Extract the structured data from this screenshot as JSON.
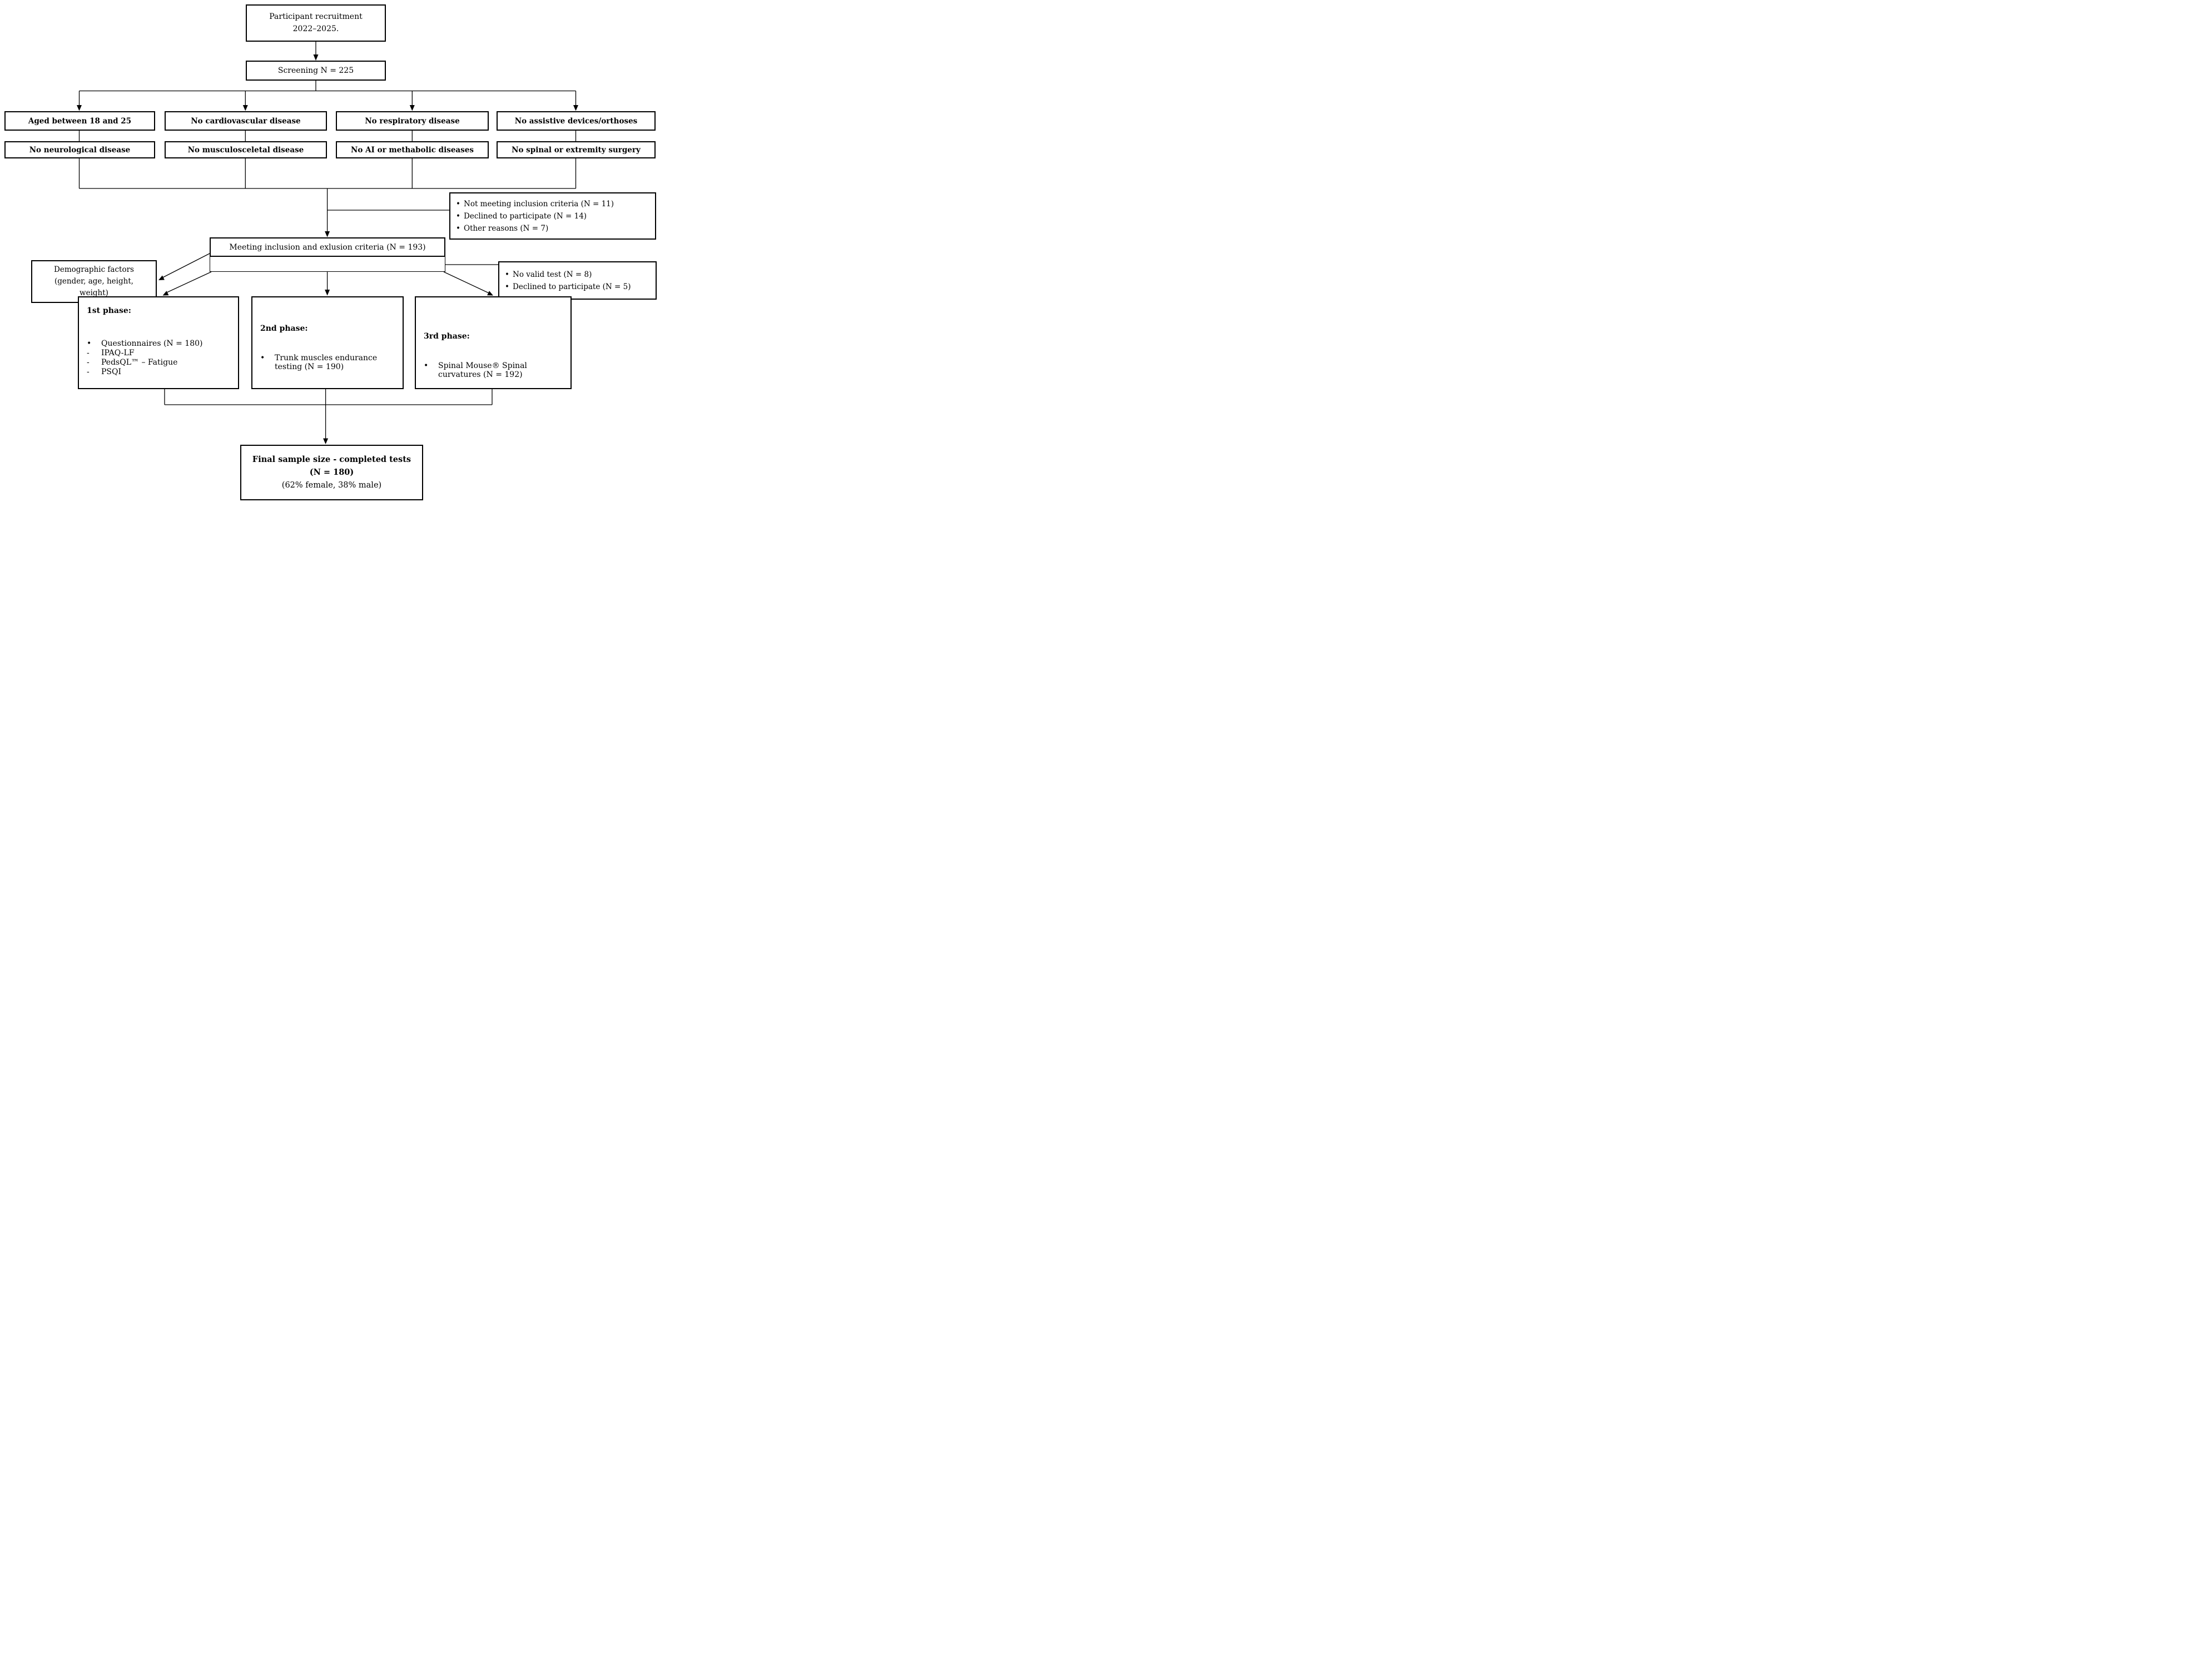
{
  "diagram": {
    "colors": {
      "line": "#000000",
      "background": "#ffffff",
      "text": "#000000"
    },
    "top_box": {
      "line1": "Participant recruitment",
      "line2": "2022–2025."
    },
    "screening": {
      "label": "Screening N = 225"
    },
    "criteria_row1": [
      "Aged between 18 and 25",
      "No cardiovascular disease",
      "No respiratory disease",
      "No assistive devices/orthoses"
    ],
    "criteria_row2": [
      "No neurological disease",
      "No musculosceletal disease",
      "No AI or methabolic diseases",
      "No spinal or extremity surgery"
    ],
    "exclusion_box": {
      "bullet": "•",
      "items": [
        "Not meeting inclusion criteria (N = 11)",
        "Declined to participate (N = 14)",
        "Other reasons (N = 7)"
      ]
    },
    "meeting_box": {
      "label": "Meeting inclusion and exlusion criteria (N = 193)"
    },
    "demographic_box": {
      "line1": "Demographic factors",
      "line2": "(gender, age, height,",
      "line3": "weight)"
    },
    "dropout_box": {
      "bullet": "•",
      "items": [
        "No valid test (N = 8)",
        "Declined to participate (N = 5)"
      ]
    },
    "phase1": {
      "title": "1st phase:",
      "items": [
        {
          "marker": "•",
          "text": "Questionnaires (N = 180)"
        },
        {
          "marker": "-",
          "text": "IPAQ-LF"
        },
        {
          "marker": "-",
          "text": "PedsQL™ – Fatigue"
        },
        {
          "marker": "-",
          "text": "PSQI"
        }
      ]
    },
    "phase2": {
      "title": "2nd phase:",
      "items": [
        {
          "marker": "•",
          "text": "Trunk muscles endurance testing (N = 190)"
        }
      ]
    },
    "phase3": {
      "title": "3rd phase:",
      "items": [
        {
          "marker": "•",
          "text": "Spinal Mouse® Spinal curvatures (N = 192)"
        }
      ]
    },
    "final_box": {
      "line1": "Final sample size - completed tests",
      "line2": "(N = 180)",
      "line3": "(62% female, 38% male)"
    }
  }
}
